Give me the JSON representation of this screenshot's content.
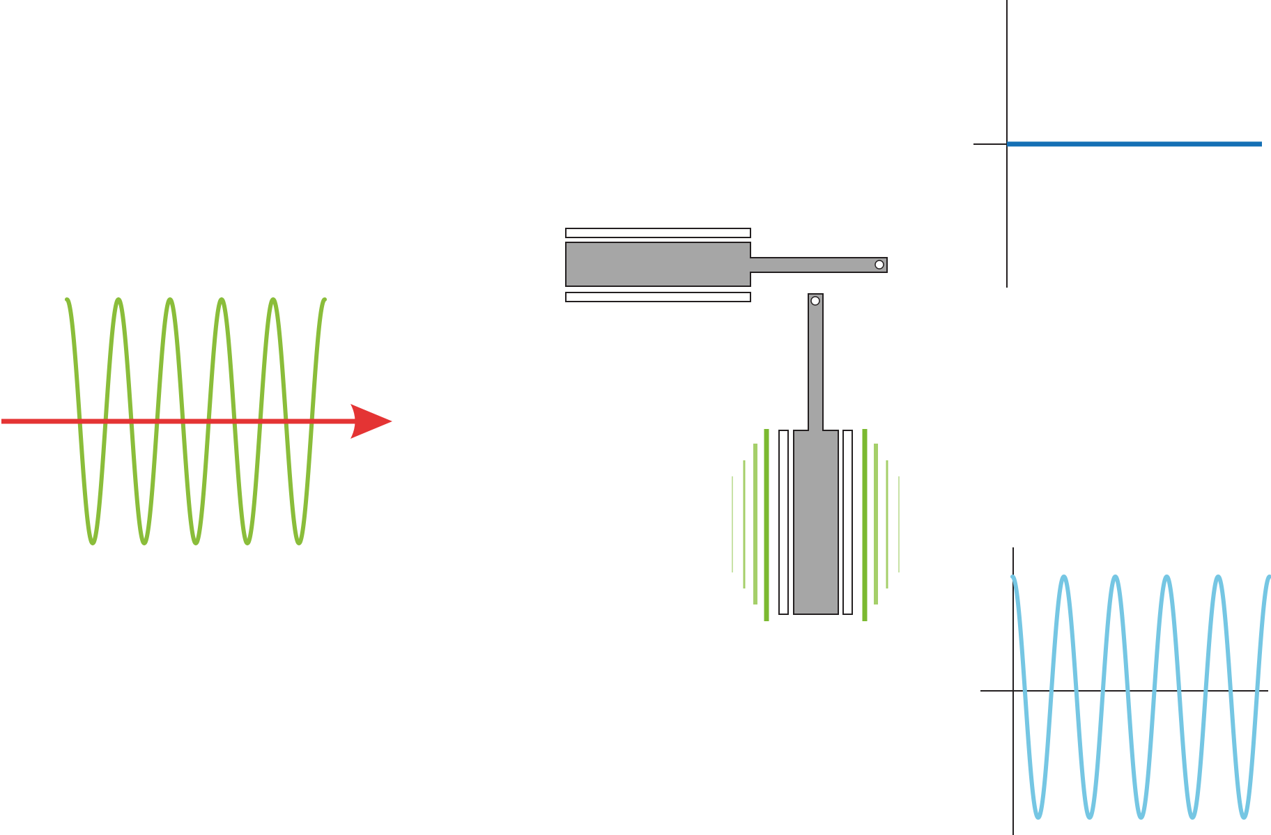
{
  "colors": {
    "background": "#ffffff",
    "coil_wire": "#8abd3a",
    "field_arrow": "#e43434",
    "component_fill": "#a6a6a6",
    "outline": "#231f20",
    "axis": "#231f20",
    "dc_signal": "#1570b5",
    "ac_signal": "#75c6e3",
    "vibration_dark": "#7bb930",
    "vibration_mid": "#a5cf6a",
    "vibration_light": "#c8e2a6"
  },
  "diagram": {
    "coil": {
      "turns": 5,
      "icon": "coil-spring-icon"
    },
    "field_arrow": {
      "icon": "arrow-right-icon"
    },
    "contact_top": {
      "state": "at-rest"
    },
    "contact_bottom": {
      "state": "vibrating"
    },
    "plot_dc": {
      "type": "line",
      "description_signal": "constant",
      "level": 1
    },
    "plot_ac": {
      "type": "line",
      "cycles": 5
    }
  }
}
